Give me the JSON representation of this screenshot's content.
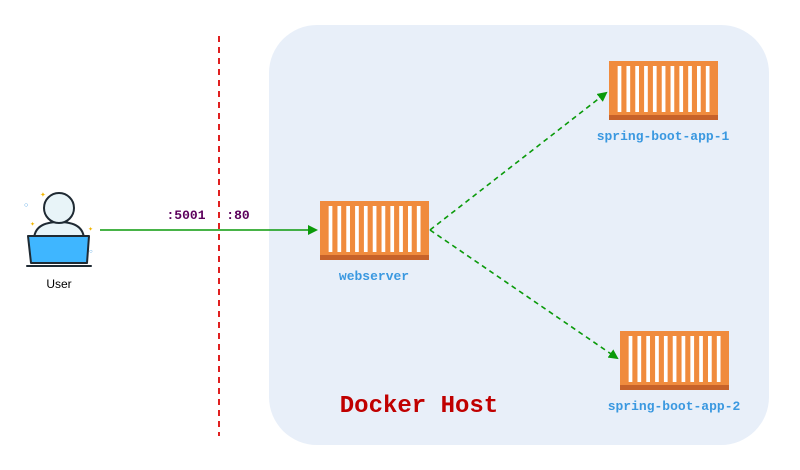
{
  "diagram": {
    "host_label": "Docker Host",
    "user_label": "User",
    "port_outer": ":5001",
    "port_inner": ":80",
    "nodes": {
      "webserver": "webserver",
      "app1": "spring-boot-app-1",
      "app2": "spring-boot-app-2"
    },
    "colors": {
      "host_fill": "#e8eff9",
      "container_fill": "#f08b3d",
      "container_base": "#c7622a",
      "container_slat": "#ffffff",
      "node_label": "#3a98e0",
      "host_label": "#c00000",
      "port_label": "#5c005c",
      "arrow": "#0a9a0a",
      "boundary": "#e02020",
      "laptop": "#3fb6ff",
      "person": "#e8f4f8"
    },
    "icons": [
      "user-laptop-icon",
      "container-icon"
    ]
  }
}
